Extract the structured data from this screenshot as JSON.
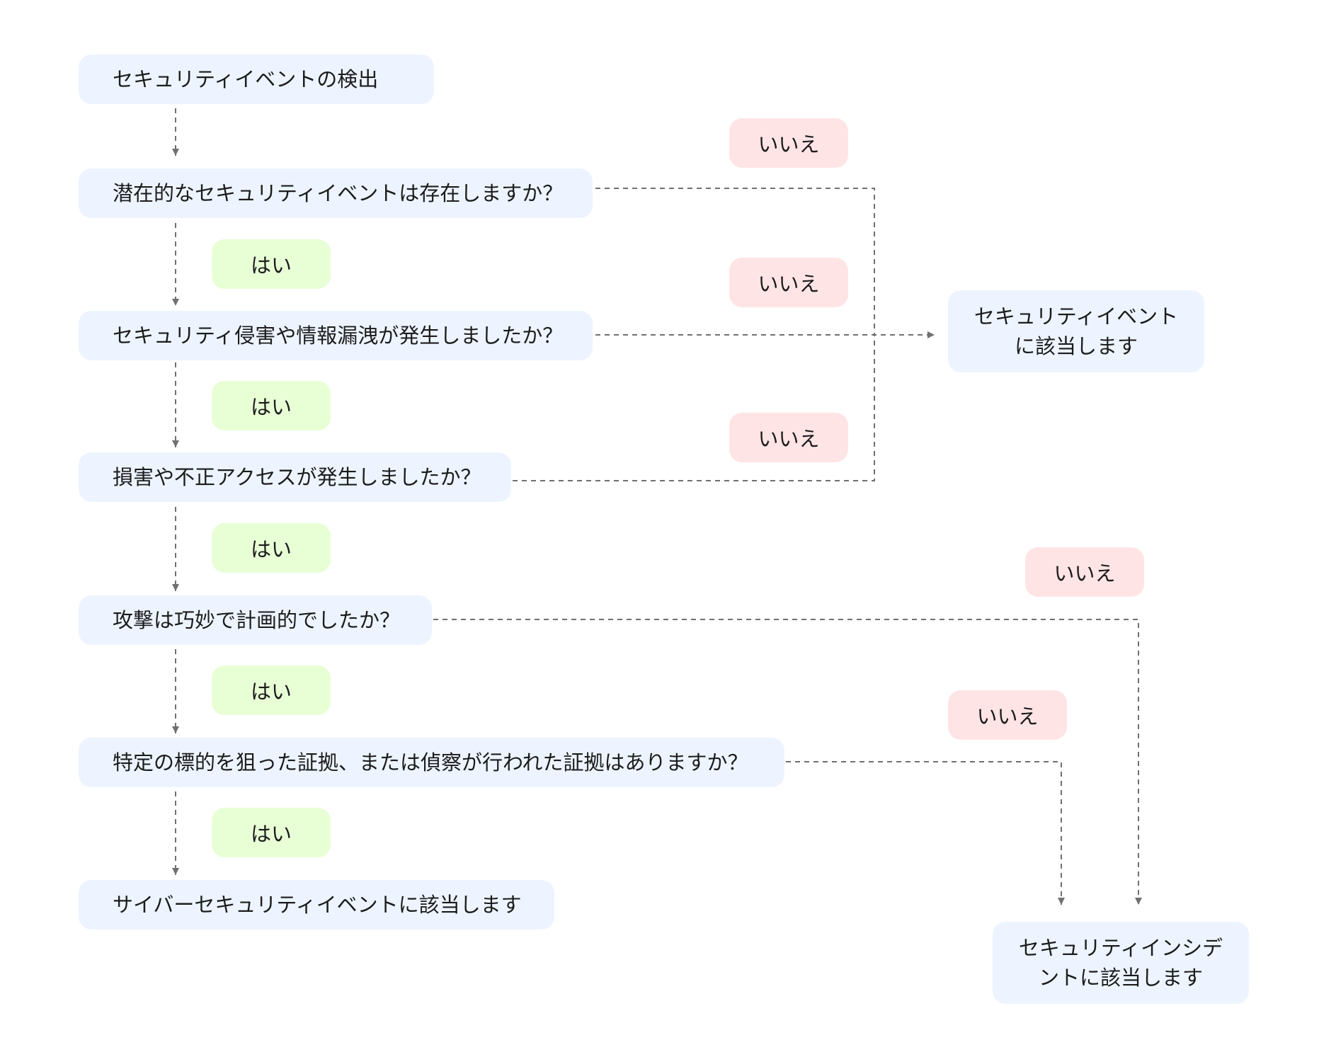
{
  "nodes": {
    "start": "セキュリティイベントの検出",
    "q1": "潜在的なセキュリティイベントは存在しますか？",
    "q2": "セキュリティ侵害や情報漏洩が発生しましたか？",
    "q3": "損害や不正アクセスが発生しましたか？",
    "q4": "攻撃は巧妙で計画的でしたか？",
    "q5": "特定の標的を狙った証拠、または偵察が行われた証拠はありますか？",
    "result_cyber": "サイバーセキュリティイベントに該当します",
    "result_event": "セキュリティイベントに該当します",
    "result_incident": "セキュリティインシデントに該当します"
  },
  "labels": {
    "yes": "はい",
    "no": "いいえ"
  },
  "colors": {
    "node_bg": "#edf4ff",
    "yes_bg": "#e8ffd6",
    "no_bg": "#ffe4e6",
    "edge": "#707070"
  }
}
